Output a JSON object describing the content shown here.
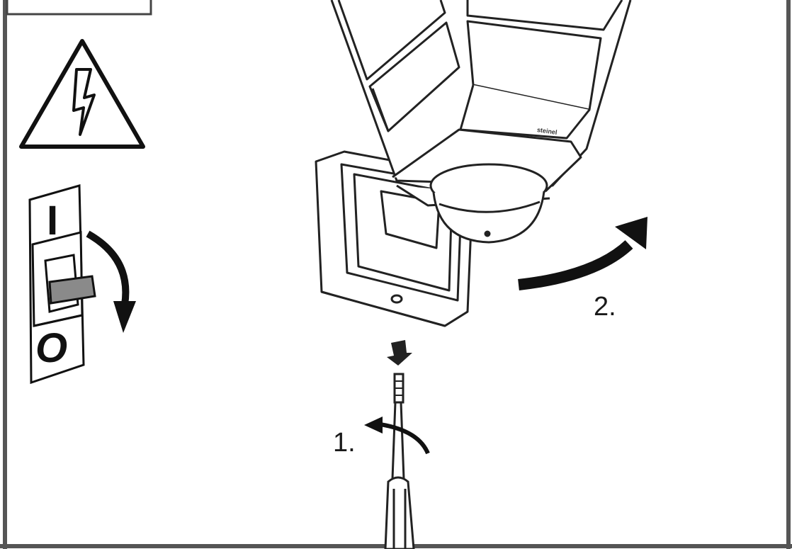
{
  "diagram": {
    "steps": [
      {
        "label": "1."
      },
      {
        "label": "2."
      }
    ],
    "switch": {
      "on_label": "I",
      "off_label": "O"
    },
    "brand_mark": "steinel",
    "colors": {
      "line": "#1a1a1a",
      "frame": "#555555",
      "switch_toggle": "#8a8a8a",
      "background": "#ffffff"
    },
    "icons": [
      "warning-high-voltage-icon",
      "power-switch-icon",
      "screwdriver-icon",
      "rotate-arrow-icon"
    ]
  }
}
